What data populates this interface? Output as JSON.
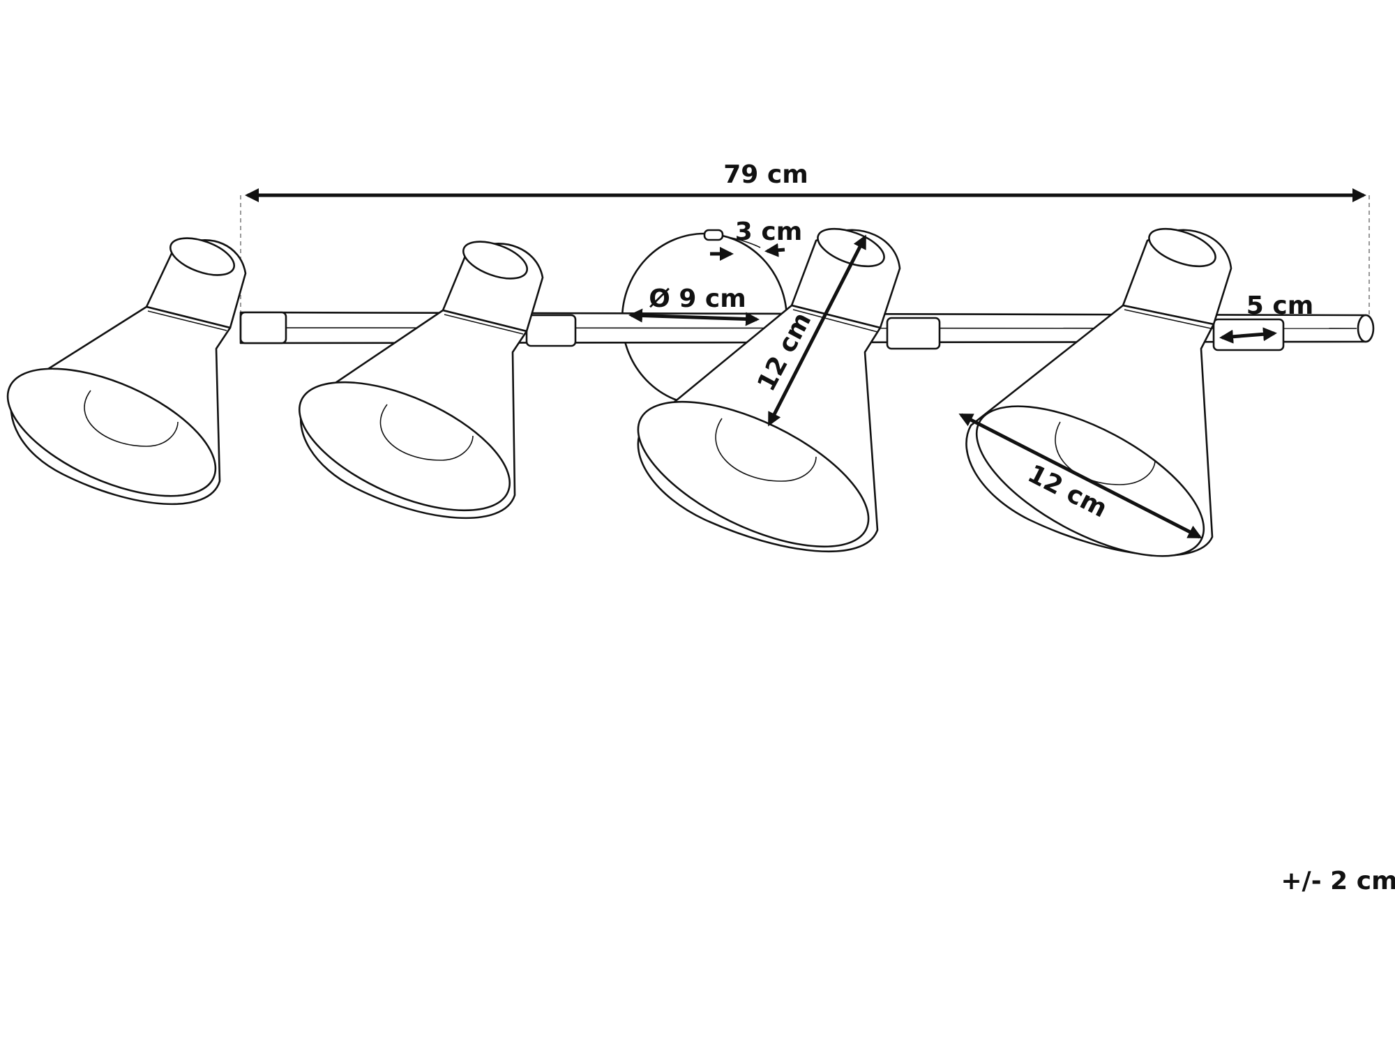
{
  "dimensions": {
    "total_length": "79 cm",
    "canopy_depth": "3 cm",
    "canopy_diameter": "Ø 9 cm",
    "shade_height": "12 cm",
    "shade_diameter": "12 cm",
    "end_cap_length": "5 cm",
    "tolerance": "+/- 2 cm"
  },
  "colors": {
    "line": "#111111",
    "background": "#ffffff",
    "guide": "#777777"
  }
}
